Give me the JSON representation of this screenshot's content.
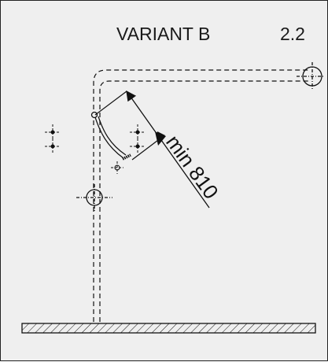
{
  "header": {
    "variant_label": "VARIANT B",
    "figure_number": "2.2"
  },
  "dimension": {
    "label": "min 810"
  },
  "colors": {
    "background": "#efefef",
    "line": "#111111",
    "border": "#222222"
  }
}
